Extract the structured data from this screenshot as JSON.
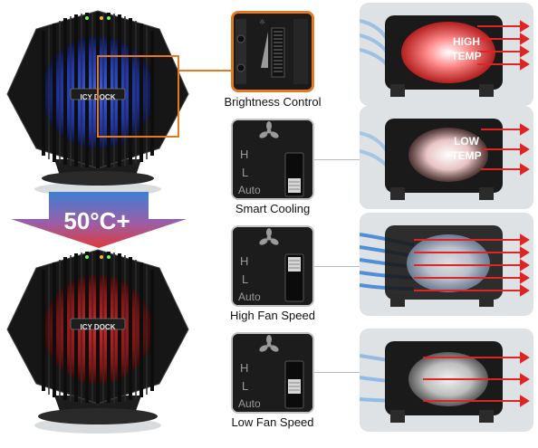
{
  "temperature_threshold": "50°C+",
  "brand_logo": "ICY DOCK",
  "captions": {
    "brightness": "Brightness Control",
    "smart": "Smart Cooling",
    "high_fan": "High Fan Speed",
    "low_fan": "Low Fan Speed"
  },
  "switch_labels": {
    "high": "H",
    "low": "L",
    "auto": "Auto"
  },
  "badges": {
    "high_temp_line1": "HIGH",
    "high_temp_line2": "TEMP",
    "low_temp_line1": "LOW",
    "low_temp_line2": "TEMP"
  },
  "colors": {
    "highlight": "#e37a22",
    "fan_led_blue": "#2a4fd6",
    "fan_led_red": "#c51a1a",
    "airflow_arrow": "#e02424",
    "airflow_blue": "#7fb3e6"
  }
}
